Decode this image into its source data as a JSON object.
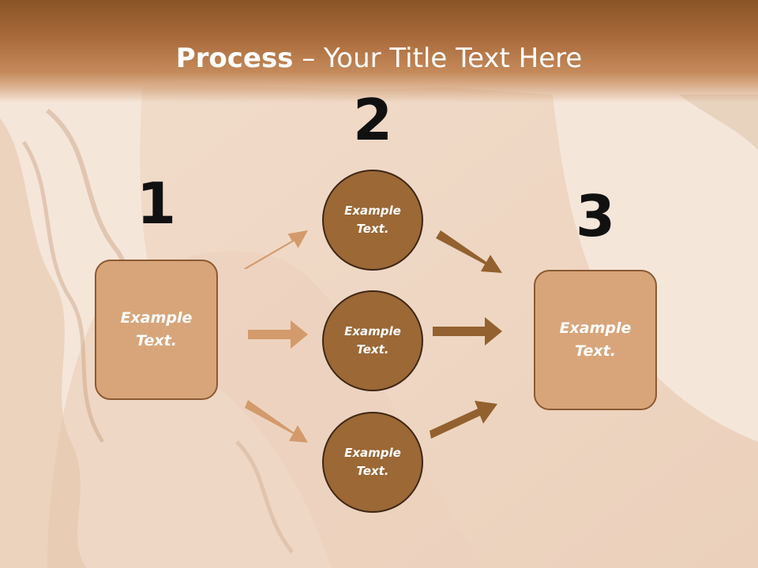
{
  "title": {
    "bold": "Process",
    "rest": " – Your Title Text Here"
  },
  "step_numbers": [
    "1",
    "2",
    "3"
  ],
  "boxes": {
    "left": "Example Text.",
    "right": "Example Text."
  },
  "circles": [
    "Example Text.",
    "Example Text.",
    "Example Text."
  ],
  "colors": {
    "header": "#a8693a",
    "box_fill": "#d8a57a",
    "box_border": "#8b5a33",
    "circle_fill": "#9b6836",
    "circle_border": "#3d2614",
    "arrow_light": "#d39a6c",
    "arrow_dark": "#93612f"
  }
}
